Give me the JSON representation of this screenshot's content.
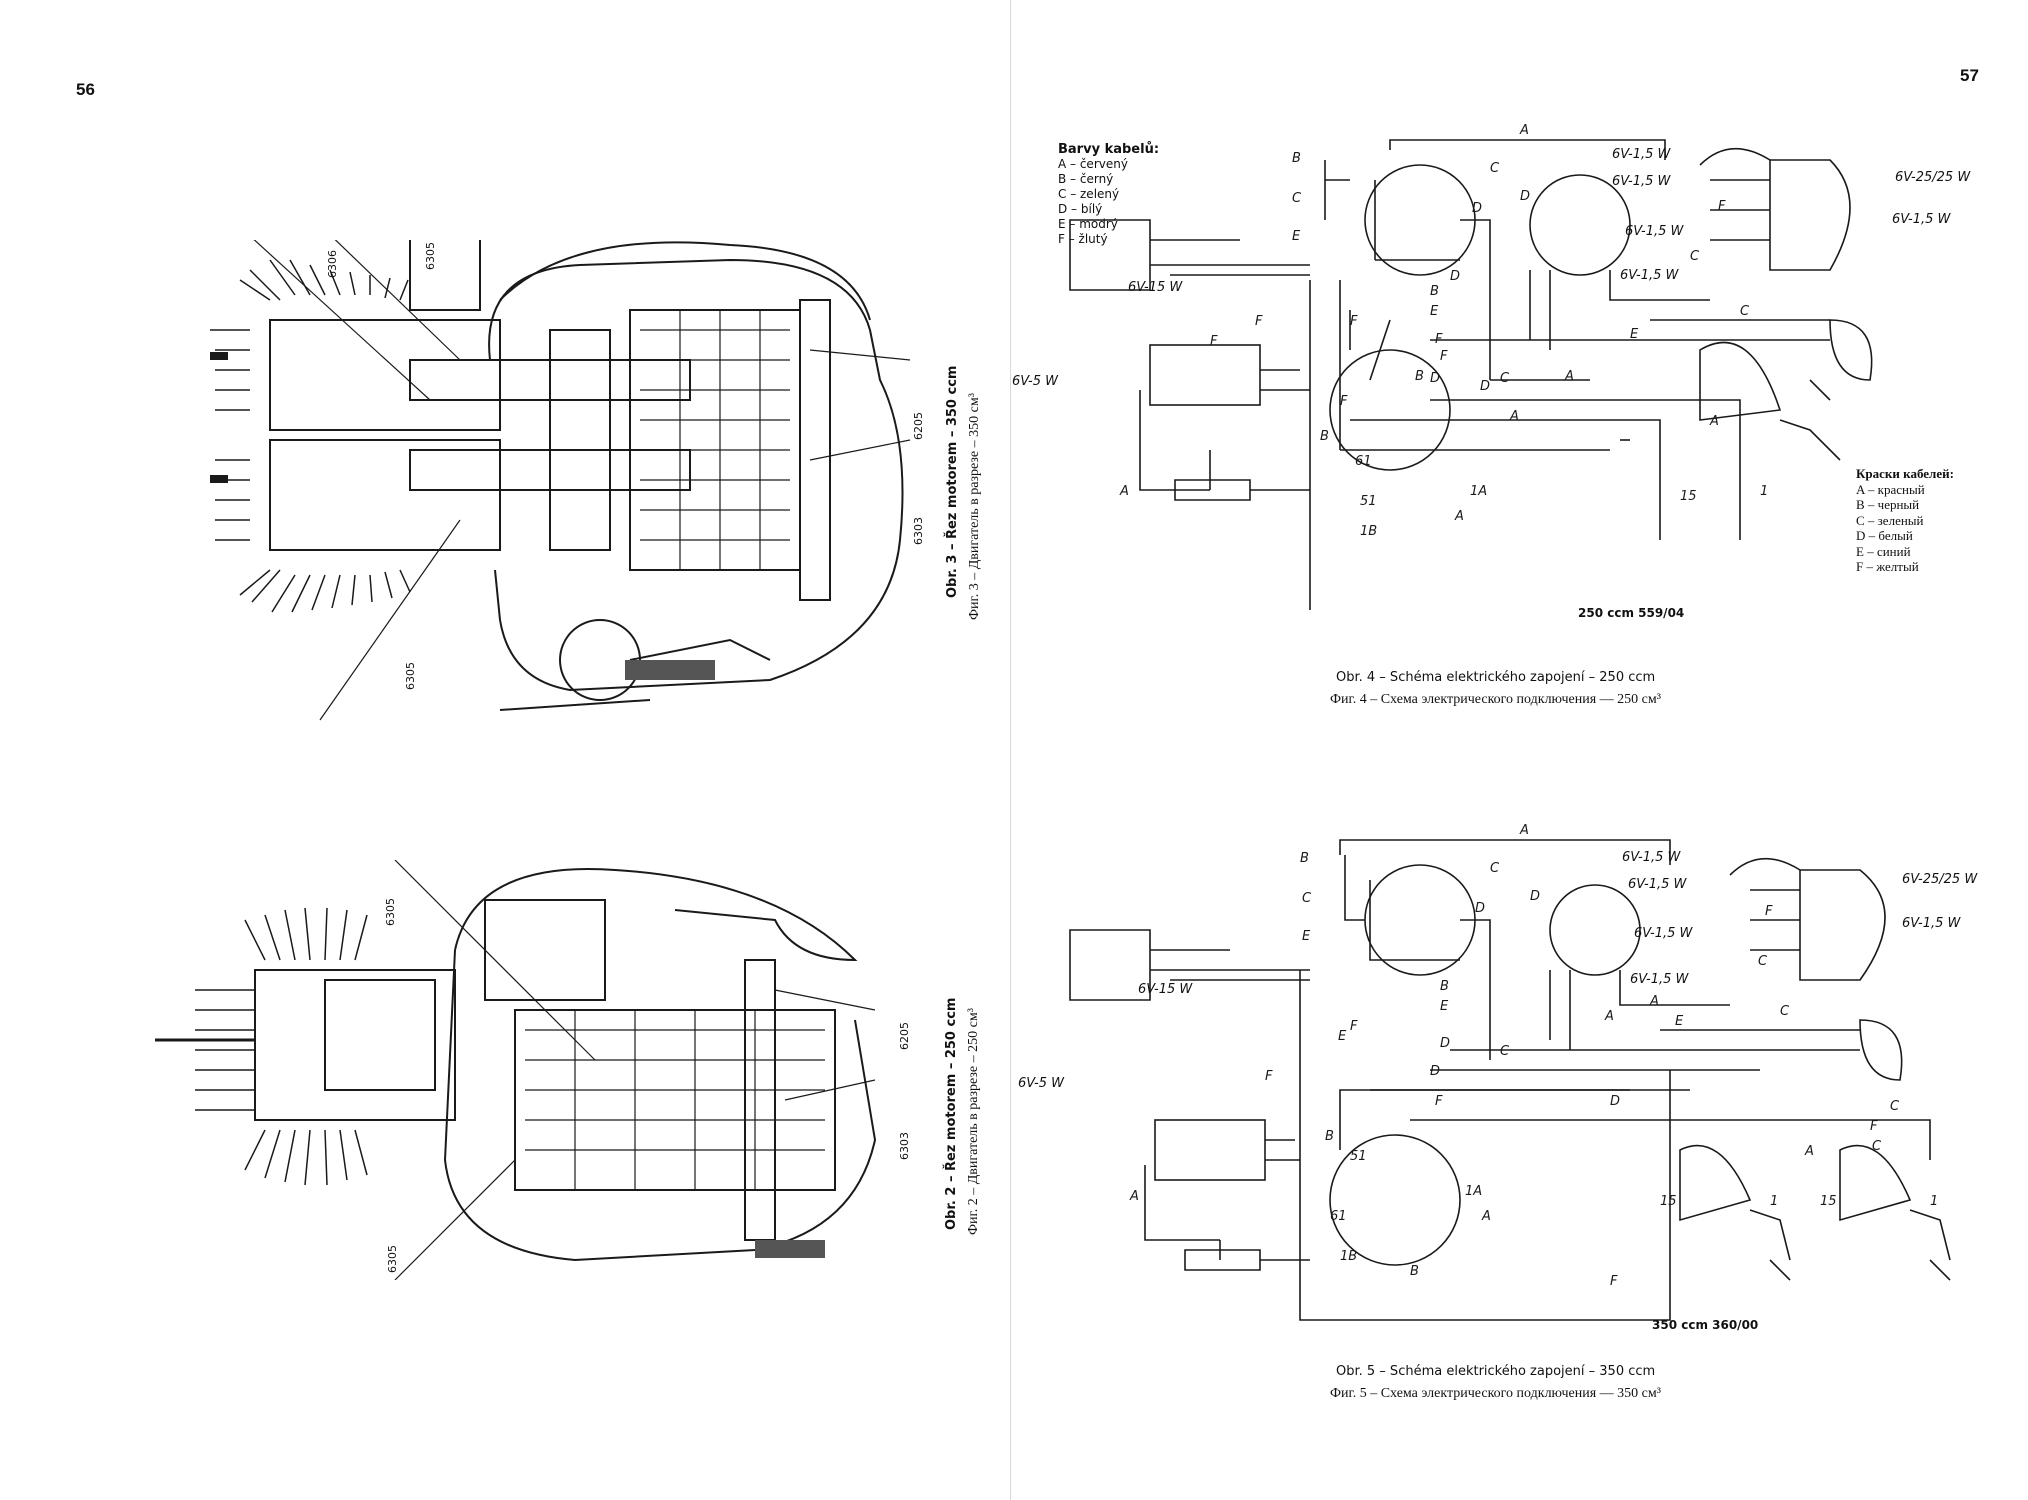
{
  "pages": {
    "left_number": "56",
    "right_number": "57"
  },
  "figure3": {
    "caption_cz": "Obr. 3 – Řez motorem – 350 ccm",
    "caption_ru": "Фиг. 3 – Двигатель в разрезе – 350 см³",
    "bearing_labels": [
      "6306",
      "6305",
      "6205",
      "6303",
      "6305"
    ]
  },
  "figure2": {
    "caption_cz": "Obr. 2 – Řez motorem – 250 ccm",
    "caption_ru": "Фиг. 2 – Двигатель в разрезе – 250 см³",
    "bearing_labels": [
      "6305",
      "6205",
      "6303",
      "6305"
    ]
  },
  "legend_cz": {
    "title": "Barvy kabelů:",
    "items": [
      "A – červený",
      "B – černý",
      "C – zelený",
      "D – bílý",
      "E – modrý",
      "F – žlutý"
    ]
  },
  "legend_ru": {
    "title": "Краски кабелей:",
    "items": [
      "A – красный",
      "B – черный",
      "C – зеленый",
      "D – белый",
      "E – синий",
      "F – желтый"
    ]
  },
  "figure4": {
    "model": "250 ccm 559/04",
    "caption_cz": "Obr. 4 – Schéma elektrického zapojení – 250 ccm",
    "caption_ru": "Фиг. 4 – Схема электрического подключения — 250 см³",
    "bulb_labels": [
      "6V-1,5 W",
      "6V-1,5 W",
      "6V-1,5 W",
      "6V-1,5 W",
      "6V-25/25 W",
      "6V-1,5 W",
      "6V-15 W",
      "6V-5 W"
    ]
  },
  "figure5": {
    "model": "350 ccm 360/00",
    "caption_cz": "Obr. 5 – Schéma elektrického zapojení – 350 ccm",
    "caption_ru": "Фиг. 5 – Схема электрического подключения — 350 см³",
    "bulb_labels": [
      "6V-1,5 W",
      "6V-1,5 W",
      "6V-1,5 W",
      "6V-1,5 W",
      "6V-25/25 W",
      "6V-1,5 W",
      "6V-15 W",
      "6V-5 W"
    ]
  },
  "colors": {
    "ink": "#1a1a1a",
    "paper": "#ffffff",
    "shade": "#9a9a9a"
  }
}
